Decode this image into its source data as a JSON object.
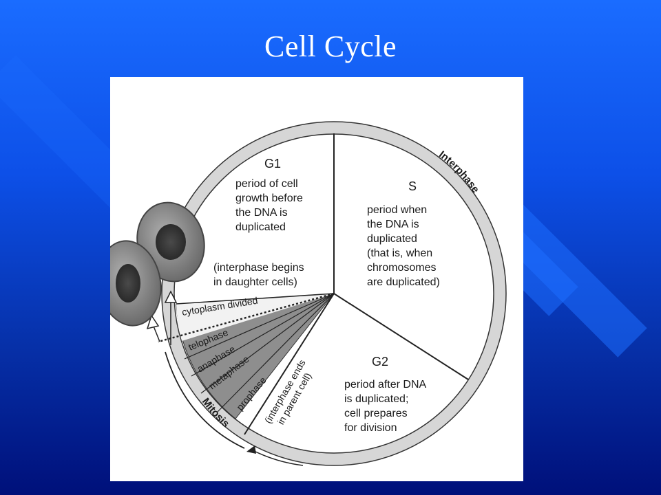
{
  "slide": {
    "title": "Cell Cycle"
  },
  "diagram": {
    "outer_label": "Interphase",
    "mitosis_label": "Mitosis",
    "g1": {
      "heading": "G1",
      "lines": [
        "period of cell",
        "growth before",
        "the DNA is",
        "duplicated"
      ],
      "note": [
        "(interphase begins",
        "in daughter cells)"
      ]
    },
    "s": {
      "heading": "S",
      "lines": [
        "period when",
        "the DNA is",
        "duplicated",
        "(that is, when",
        "chromosomes",
        "are duplicated)"
      ]
    },
    "g2": {
      "heading": "G2",
      "lines": [
        "period after DNA",
        "is duplicated;",
        "cell prepares",
        "for division"
      ]
    },
    "mitosis_phases": {
      "cytoplasm": "cytoplasm divided",
      "telophase": "telophase",
      "anaphase": "anaphase",
      "metaphase": "metaphase",
      "prophase": "prophase",
      "interphase_ends": [
        "(interphase ends",
        "in parent cell)"
      ]
    }
  }
}
